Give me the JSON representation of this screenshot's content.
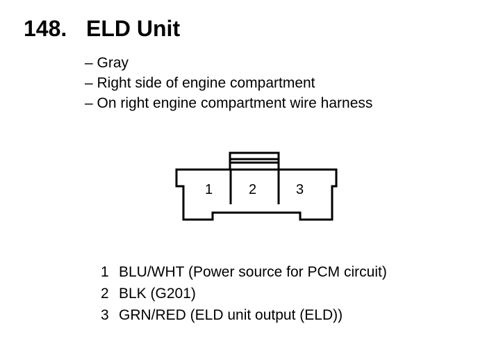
{
  "header": {
    "number": "148.",
    "title": "ELD Unit"
  },
  "info": [
    "– Gray",
    "– Right side of engine compartment",
    "– On right engine compartment wire harness"
  ],
  "connector": {
    "cavities": [
      "1",
      "2",
      "3"
    ]
  },
  "pins": [
    {
      "num": "1",
      "desc": "BLU/WHT (Power source for PCM circuit)"
    },
    {
      "num": "2",
      "desc": "BLK (G201)"
    },
    {
      "num": "3",
      "desc": "GRN/RED (ELD unit output (ELD))"
    }
  ]
}
